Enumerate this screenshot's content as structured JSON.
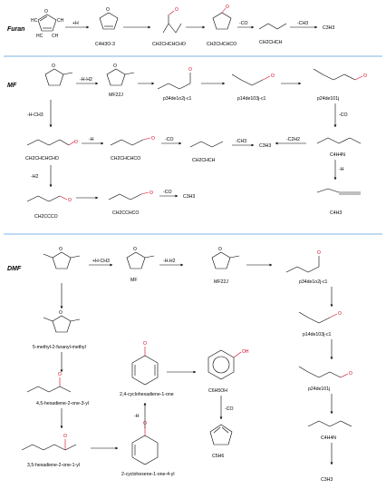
{
  "sections": {
    "furan": "Furan",
    "mf": "MF",
    "dmf": "DMF"
  },
  "labels": {
    "c4h3o3": "C4H3O-3",
    "ch2chchcho": "CH2CHCHCHO",
    "ch2chcho": "CH2CHCHCO",
    "ch2chch": "CH2CHCH",
    "c3h3": "C3H3",
    "mf22j": "MF22J",
    "p34de1o2j": "p34de1o2j-c1",
    "p14de1o3j": "p14de103j-c1",
    "p24de1o1j": "p24de101j",
    "c4h4n": "C4H4N",
    "c4h3": "C4H3",
    "ch2chchcho_mf": "CH2CHCHCHO",
    "ch2chcho_mf": "CH2CHCHCO",
    "ch2chch_mf": "CH2CHCH",
    "ch2ccco": "CH2CCCO",
    "ch2ccco2": "CH2CCHCO",
    "c3h3_mf": "C3H3",
    "c3h3_mf2": "C3H3",
    "mf": "MF",
    "mf22j_dmf": "MF22J",
    "methylfuranylmethyl": "5-methyl-2-furanyl-methyl",
    "hexadiene23yl": "4,5-hexadiene-2-one-3-yl",
    "hexadiene11yl": "3,5-hexadiene-2-one-1-yl",
    "cyclohexadienone": "2,4-cyclohexadiene-1-one",
    "cyclohexenone": "2-cyclohexene-1-one-4-yl",
    "c6h5oh": "C6H5OH",
    "c5h6": "C5H6",
    "p34de1o2j_dmf": "p34de1o2j-c1",
    "p14de1o3j_dmf": "p14de103j-c1",
    "p24de1o1j_dmf": "p24de101j",
    "c4h4n_dmf": "C4H4N",
    "c3h3_dmf": "C3H3"
  },
  "reactions": {
    "plus_h": "+H",
    "minus_co": "-CO",
    "minus_ch3": "-CH3",
    "minus_h": "-H",
    "minus_h2": "-H2",
    "minus_h_ch3": "-H-CH3",
    "minus_h_h2": "-H-H2",
    "plus_h_ch3": "+H-CH3",
    "minus_c2h2": "-C2H2",
    "minus_h2_b": "-H.H2",
    "minus_co_b": "-CO",
    "minus_h_b": "-H",
    "minus_h_c": "-H",
    "minus_ch3_b": "-CH3",
    "minus_co_c": "-CO",
    "minus_co_d": "-CO",
    "minus_ch3_c": "-C2H2"
  },
  "colors": {
    "separator": "#7fb6e6",
    "oxygen": "#d0021b"
  }
}
